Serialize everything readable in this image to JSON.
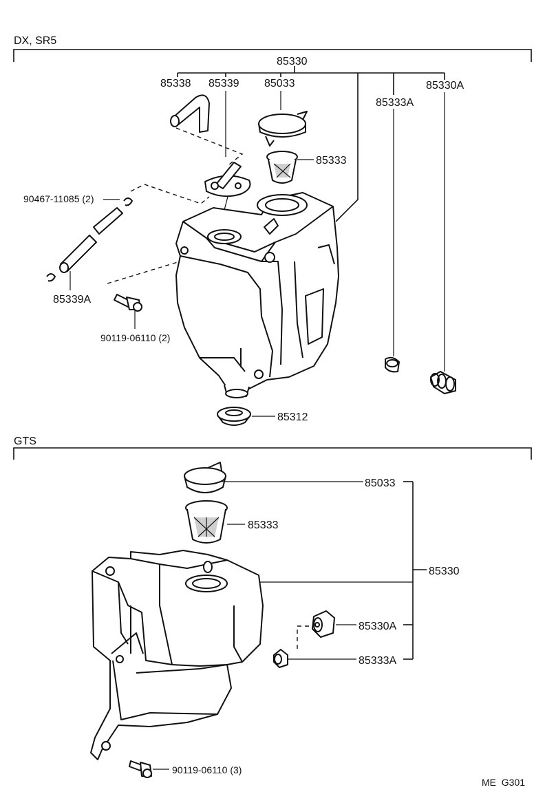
{
  "sections": {
    "top": {
      "title": "DX, SR5"
    },
    "bottom": {
      "title": "GTS"
    }
  },
  "top_labels": {
    "assembly": "85330",
    "hose": "85338",
    "tube": "85339",
    "cap": "85033",
    "strainer": "85333",
    "grommet_a": "85333A",
    "grommet_b": "85330A",
    "clip": "90467-11085 (2)",
    "hose_a": "85339A",
    "bolt": "90119-06110 (2)",
    "drain_cap": "85312"
  },
  "bottom_labels": {
    "cap": "85033",
    "strainer": "85333",
    "assembly": "85330",
    "grommet_b": "85330A",
    "grommet_a": "85333A",
    "bolt": "90119-06110 (3)"
  },
  "footer": {
    "code": "ME  G301"
  }
}
